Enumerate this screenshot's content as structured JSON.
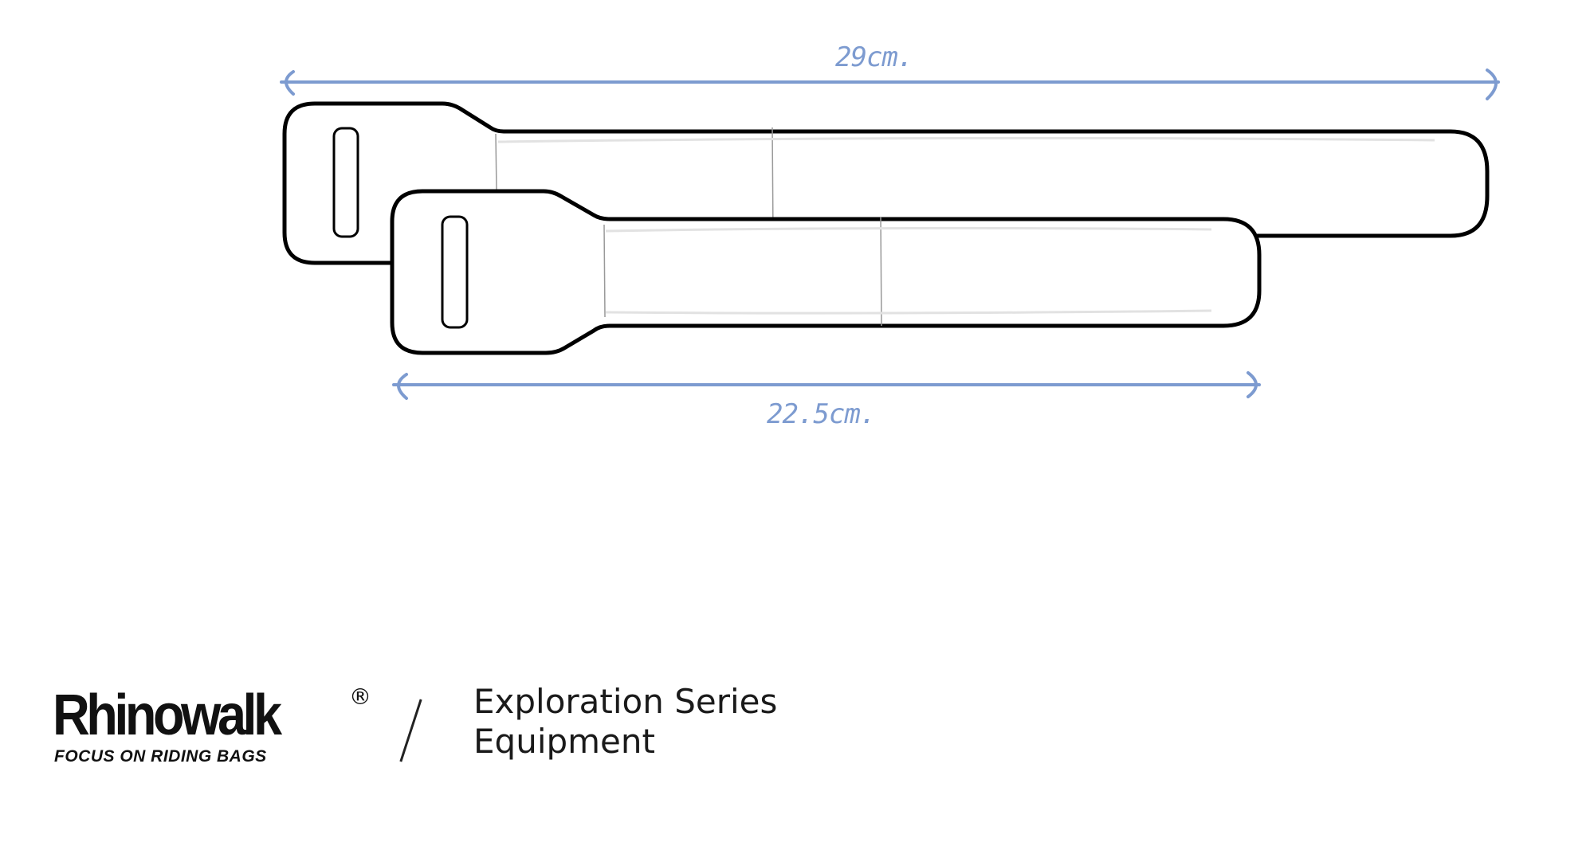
{
  "dimensions": {
    "long_strap_label": "29cm.",
    "short_strap_label": "22.5cm.",
    "line_color": "#7d9bd0"
  },
  "brand": {
    "name": "Rhinowalk",
    "registered_mark": "®",
    "tagline": "FOCUS ON RIDING BAGS"
  },
  "series": {
    "line1": "Exploration Series",
    "line2": "Equipment"
  }
}
